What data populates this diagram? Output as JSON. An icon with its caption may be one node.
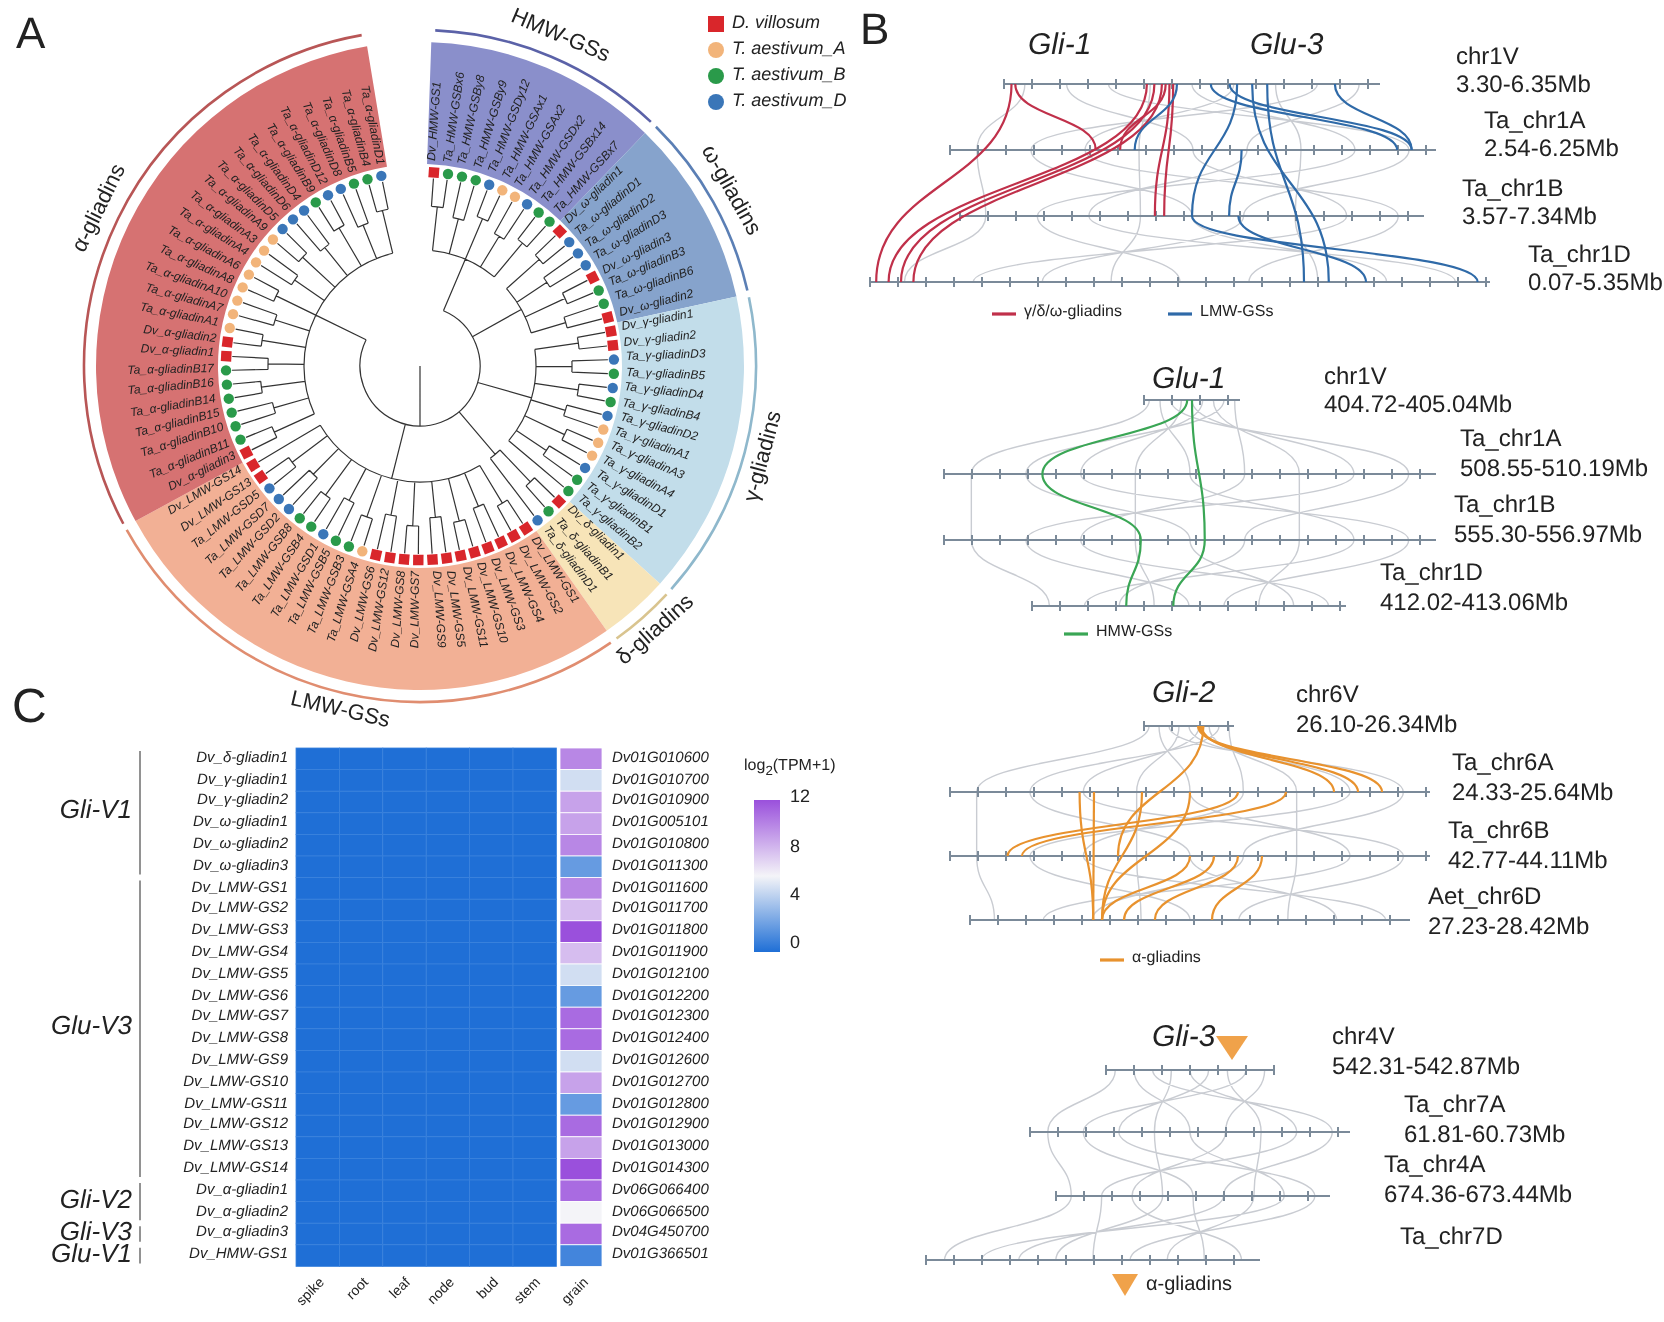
{
  "diagram": {
    "labels": [
      "A",
      "α-gliadins",
      "HMW-GSs",
      "ω-gliadins",
      "γ-gliadins",
      "δ-gliadins",
      "LMW-GSs",
      "Dv_HMW-GS1",
      "Ta_HMW-GSBx6",
      "Ta_HMW-GSBy8",
      "Ta_HMW-GSBy9",
      "Ta_HMW-GSDy12",
      "Ta_HMW-GSAx1",
      "Ta_HMW-GSAx2",
      "Ta_HMW-GSDx2",
      "Ta_HMW-GSBx14",
      "Ta_HMW-GSBx7",
      "Dv_ω-gliadin1",
      "Ta_ω-gliadinD1",
      "Ta_ω-gliadinD2",
      "Ta_ω-gliadinD3",
      "Dv_ω-gliadin3",
      "Ta_ω-gliadinB3",
      "Ta_ω-gliadinB6",
      "Dv_ω-gliadin2",
      "Dv_γ-gliadin1",
      "Dv_γ-gliadin2",
      "Ta_γ-gliadinD3",
      "Ta_γ-gliadinB5",
      "Ta_γ-gliadinD4",
      "Ta_γ-gliadinB4",
      "Ta_γ-gliadinD2",
      "Ta_γ-gliadinA1",
      "Ta_γ-gliadinA3",
      "Ta_γ-gliadinA4",
      "Ta_γ-gliadinD1",
      "Ta_γ-gliadinB1",
      "Ta_γ-gliadinB2",
      "Dv_δ-gliadin1",
      "Ta_δ-gliadinB1",
      "Ta_δ-gliadinD1",
      "Dv_LMW-GS14",
      "Dv_LMW-GS13",
      "Ta_LMW-GSD5",
      "Ta_LMW-GSD7",
      "Ta_LMW-GSD2",
      "Ta_LMW-GSB8",
      "Ta_LMW-GSB4",
      "Ta_LMW-GSD1",
      "Ta_LMW-GSB5",
      "Ta_LMW-GSB3",
      "Ta_LMW-GSA4",
      "Dv_LMW-GS6",
      "Dv_LMW-GS12",
      "Dv_LMW-GS8",
      "Dv_LMW-GS7",
      "Dv_LMW-GS9",
      "Dv_LMW-GS5",
      "Dv_LMW-GS11",
      "Dv_LMW-GS10",
      "Dv_LMW-GS3",
      "Dv_LMW-GS4",
      "Dv_LMW-GS2",
      "Dv_LMW-GS1",
      "Dv_α-gliadin3",
      "Ta_α-gliadinB11",
      "Ta_α-gliadinB10",
      "Ta_α-gliadinB15",
      "Ta_α-gliadinB14",
      "Ta_α-gliadinB16",
      "Ta_α-gliadinB17",
      "Dv_α-gliadin1",
      "Dv_α-gliadin2",
      "Ta_α-gliadinA1",
      "Ta_α-gliadinA7",
      "Ta_α-gliadinA10",
      "Ta_α-gliadinA8",
      "Ta_α-gliadinA6",
      "Ta_α-gliadinA4",
      "Ta_α-gliadinA3",
      "Ta_α-gliadinA9",
      "Ta_α-gliadinD5",
      "Ta_α-gliadinD6",
      "Ta_α-gliadinD4",
      "Ta_α-gliadinB9",
      "Ta_α-gliadinD12",
      "Ta_α-gliadinD8",
      "Ta_α-gliadinB5",
      "Ta_α-gliadinB4",
      "Ta_α-gliadinD1",
      "B",
      "Gli-1",
      "Glu-3",
      "chr1V",
      "3.30-6.35Mb",
      "Ta_chr1A",
      "2.54-6.25Mb",
      "Ta_chr1B",
      "3.57-7.34Mb",
      "Ta_chr1D",
      "0.07-5.35Mb",
      "Glu-1",
      "chr1V",
      "404.72-405.04Mb",
      "Ta_chr1A",
      "508.55-510.19Mb",
      "Ta_chr1B",
      "555.30-556.97Mb",
      "Ta_chr1D",
      "412.02-413.06Mb",
      "Gli-2",
      "chr6V",
      "26.10-26.34Mb",
      "Ta_chr6A",
      "24.33-25.64Mb",
      "Ta_chr6B",
      "42.77-44.11Mb",
      "Aet_chr6D",
      "27.23-28.42Mb",
      "Gli-3",
      "chr4V",
      "542.31-542.87Mb",
      "Ta_chr7A",
      "61.81-60.73Mb",
      "Ta_chr4A",
      "674.36-673.44Mb",
      "Ta_chr7D",
      "C",
      "log$_{2}$(TPM+1)",
      "12",
      "8",
      "4",
      "0",
      "Gli-V1",
      "Glu-V3",
      "Gli-V2",
      "Gli-V3",
      "Glu-V1",
      "Dv_δ-gliadin1",
      "Dv_γ-gliadin1",
      "Dv_γ-gliadin2",
      "Dv_ω-gliadin1",
      "Dv_ω-gliadin2",
      "Dv_ω-gliadin3",
      "Dv_LMW-GS1",
      "Dv_LMW-GS2",
      "Dv_LMW-GS3",
      "Dv_LMW-GS4",
      "Dv_LMW-GS5",
      "Dv_LMW-GS6",
      "Dv_LMW-GS7",
      "Dv_LMW-GS8",
      "Dv_LMW-GS9",
      "Dv_LMW-GS10",
      "Dv_LMW-GS11",
      "Dv_LMW-GS12",
      "Dv_LMW-GS13",
      "Dv_LMW-GS14",
      "Dv_α-gliadin1",
      "Dv_α-gliadin2",
      "Dv_α-gliadin3",
      "Dv_HMW-GS1",
      "Dv01G010600",
      "Dv01G010700",
      "Dv01G010900",
      "Dv01G005101",
      "Dv01G010800",
      "Dv01G011300",
      "Dv01G011600",
      "Dv01G011700",
      "Dv01G011800",
      "Dv01G011900",
      "Dv01G012100",
      "Dv01G012200",
      "Dv01G012300",
      "Dv01G012400",
      "Dv01G012600",
      "Dv01G012700",
      "Dv01G012800",
      "Dv01G012900",
      "Dv01G013000",
      "Dv01G014300",
      "Dv06G066400",
      "Dv06G066500",
      "Dv04G450700",
      "Dv01G366501",
      "spike",
      "root",
      "leaf",
      "node",
      "bud",
      "stem",
      "grain"
    ],
    "legend": [
      {
        "text": "D. villosum",
        "color": "#d9262b"
      },
      {
        "text": "T. aestivum_A",
        "color": "#f2b47a"
      },
      {
        "text": "T. aestivum_B",
        "color": "#2a9a4a"
      },
      {
        "text": "T. aestivum_D",
        "color": "#3a76b8"
      },
      {
        "text": "γ/δ/ω-gliadins"
      },
      {
        "text": "LMW-GSs"
      },
      {
        "text": "HMW-GSs"
      },
      {
        "text": "α-gliadins"
      },
      {
        "text": "α-gliadins"
      }
    ]
  }
}
